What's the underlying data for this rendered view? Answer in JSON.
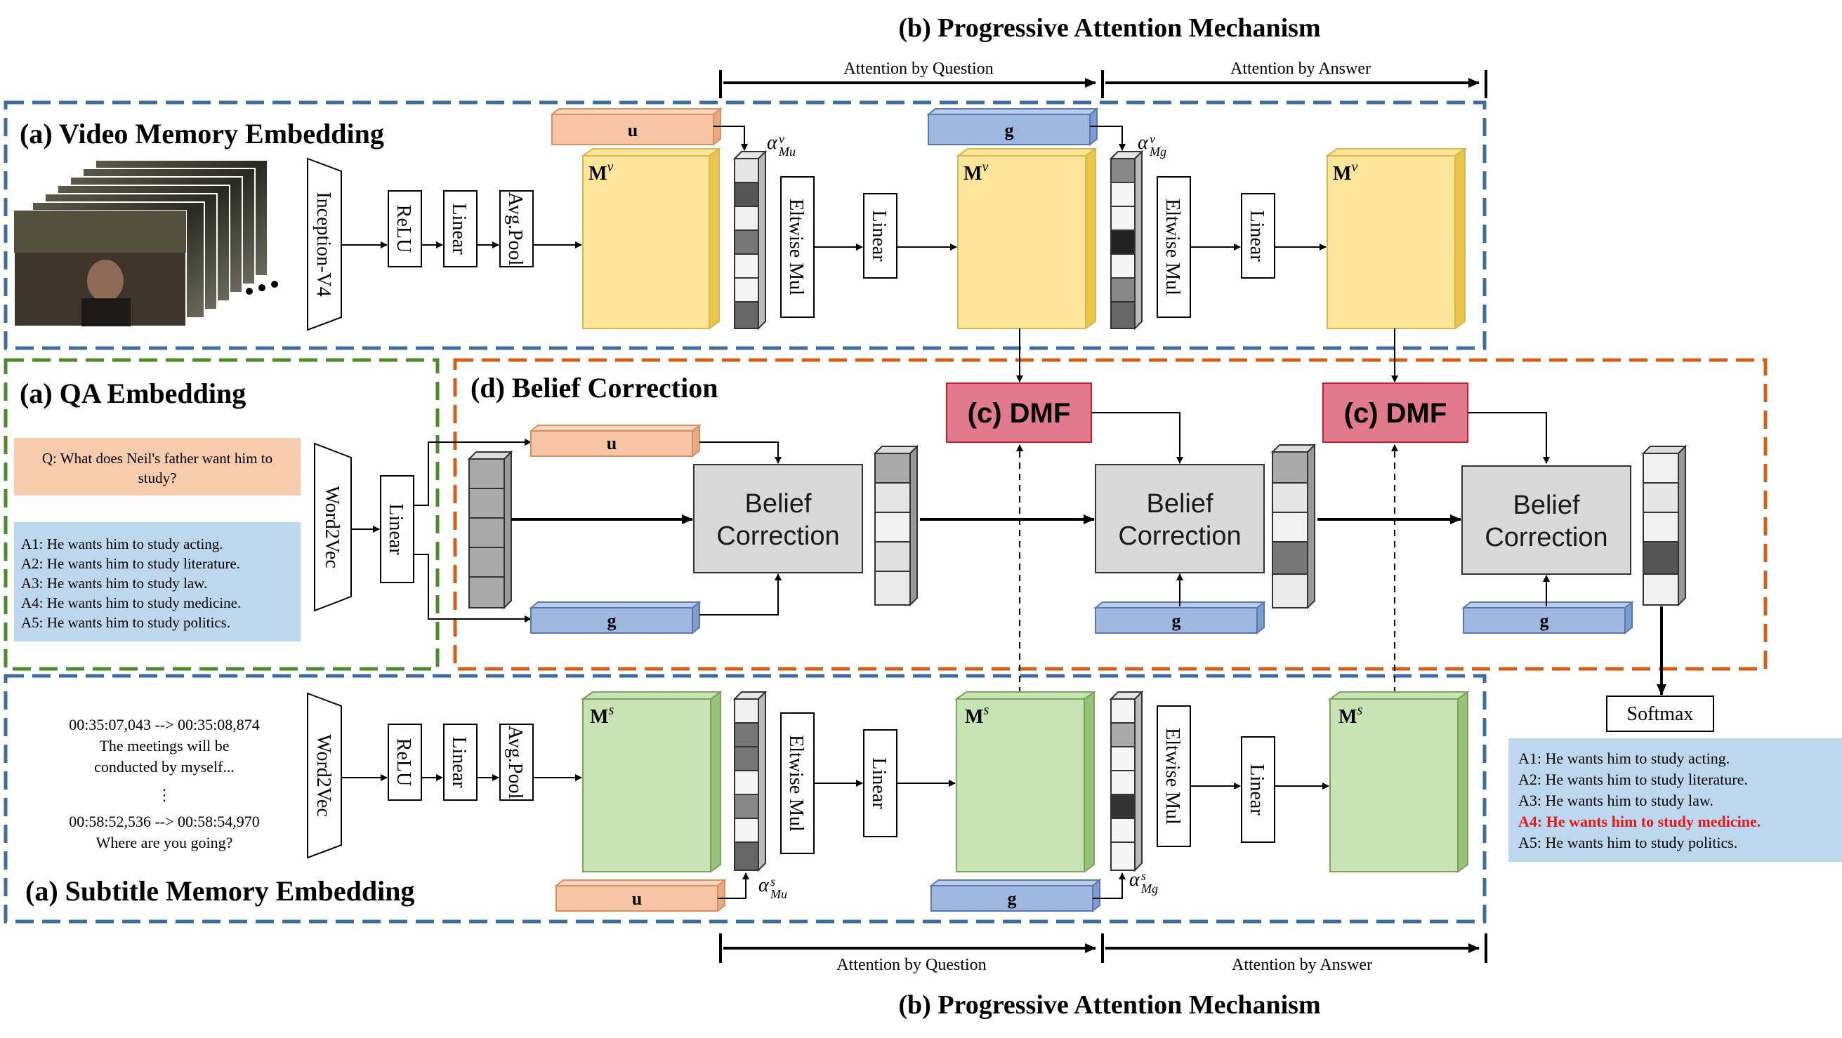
{
  "titles": {
    "pam_top": "(b) Progressive Attention Mechanism",
    "pam_bottom": "(b) Progressive Attention Mechanism",
    "attn_q": "Attention by Question",
    "attn_a": "Attention by Answer"
  },
  "sections": {
    "video": "(a) Video Memory Embedding",
    "qa": "(a) QA Embedding",
    "subtitle": "(a) Subtitle Memory Embedding",
    "belief": "(d) Belief Correction"
  },
  "ops": {
    "inception": "Inception-V4",
    "relu": "ReLU",
    "linear": "Linear",
    "avgpool": "Avg.Pool",
    "eltwise": "Eltwise Mul",
    "word2vec": "Word2Vec",
    "softmax": "Softmax",
    "dmf": "(c) DMF",
    "belief_line1": "Belief",
    "belief_line2": "Correction"
  },
  "vectors": {
    "u": "u",
    "g": "g"
  },
  "memory": {
    "M": "M",
    "v": "v",
    "s": "s"
  },
  "alpha": {
    "symbol": "α",
    "Mu": "Mu",
    "Mg": "Mg"
  },
  "qa": {
    "question_line1": "Q: What does Neil's father want him to",
    "question_line2": "study?",
    "answers": [
      "A1: He wants him to study acting.",
      "A2: He wants him to study literature.",
      "A3: He wants him to study law.",
      "A4: He wants him to study medicine.",
      "A5: He wants him to study politics."
    ]
  },
  "subtitle": {
    "time1": "00:35:07,043 --> 00:35:08,874",
    "line1a": "The meetings will be",
    "line1b": "conducted by myself...",
    "vdots": "⋮",
    "time2": "00:58:52,536 --> 00:58:54,970",
    "line2": "Where are you going?"
  },
  "result": {
    "answers": [
      "A1: He wants him to study acting.",
      "A2: He wants him to study literature.",
      "A3: He wants him to study law.",
      "A4: He wants him to study medicine.",
      "A5: He wants him to study politics."
    ],
    "highlight_index": 3,
    "highlight_color": "#e21a1a"
  },
  "colors": {
    "video_border": "#3d6d9e",
    "qa_border": "#4f8a2c",
    "belief_border": "#d0601a",
    "subtitle_border": "#3d6d9e",
    "u_fill": "#f7c5a4",
    "g_fill": "#9fb8e2",
    "mem_video": "#ffe699",
    "mem_subtitle": "#c9e3b5",
    "dmf_fill": "#e07a8c",
    "belief_fill": "#d9d9d9",
    "qa_q_fill": "#f8cbad",
    "qa_a_fill": "#bdd7ee"
  }
}
